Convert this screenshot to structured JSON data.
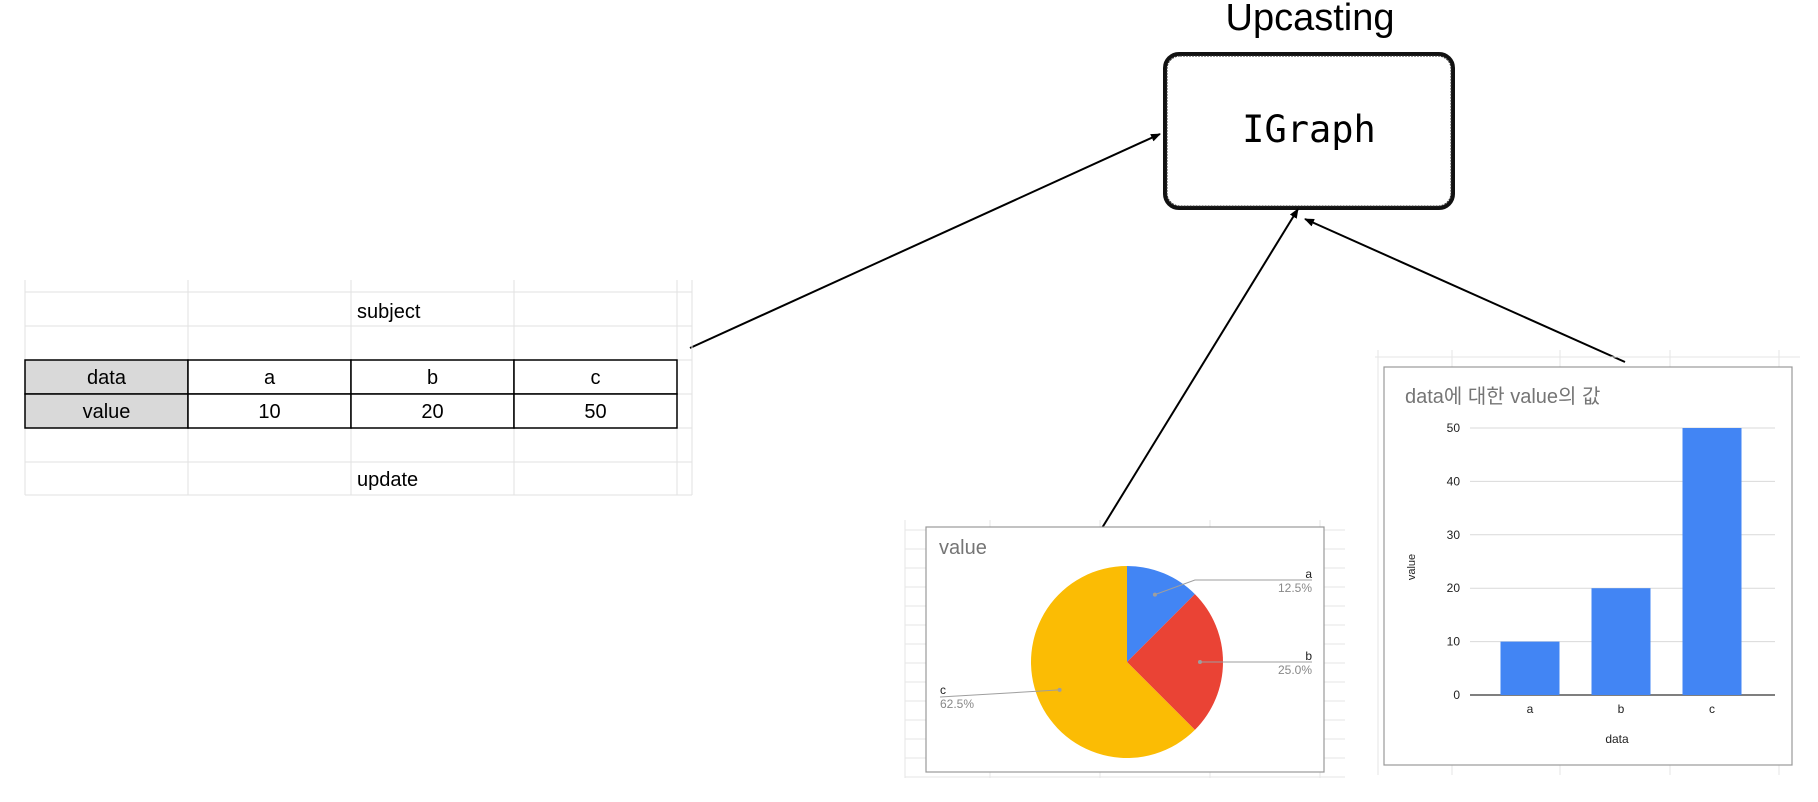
{
  "diagram": {
    "title": "Upcasting",
    "interface_box": {
      "label": "IGraph"
    }
  },
  "sheet": {
    "subject_label": "subject",
    "update_label": "update",
    "table": {
      "rows": [
        [
          "data",
          "a",
          "b",
          "c"
        ],
        [
          "value",
          "10",
          "20",
          "50"
        ]
      ]
    }
  },
  "colors": {
    "blue": "#4285f4",
    "red": "#ea4335",
    "yellow": "#fbbc04",
    "header_fill": "#d9d9d9",
    "grid": "#e2e2e2",
    "chart_title": "#757575"
  },
  "chart_data": [
    {
      "type": "pie",
      "title": "value",
      "slices": [
        {
          "label": "a",
          "value": 10,
          "percent_label": "12.5%",
          "color": "#4285f4"
        },
        {
          "label": "b",
          "value": 20,
          "percent_label": "25.0%",
          "color": "#ea4335"
        },
        {
          "label": "c",
          "value": 50,
          "percent_label": "62.5%",
          "color": "#fbbc04"
        }
      ]
    },
    {
      "type": "bar",
      "title": "data에 대한 value의 값",
      "categories": [
        "a",
        "b",
        "c"
      ],
      "values": [
        10,
        20,
        50
      ],
      "xlabel": "data",
      "ylabel": "value",
      "ylim": [
        0,
        50
      ],
      "yticks": [
        0,
        10,
        20,
        30,
        40,
        50
      ],
      "grid": true
    }
  ]
}
